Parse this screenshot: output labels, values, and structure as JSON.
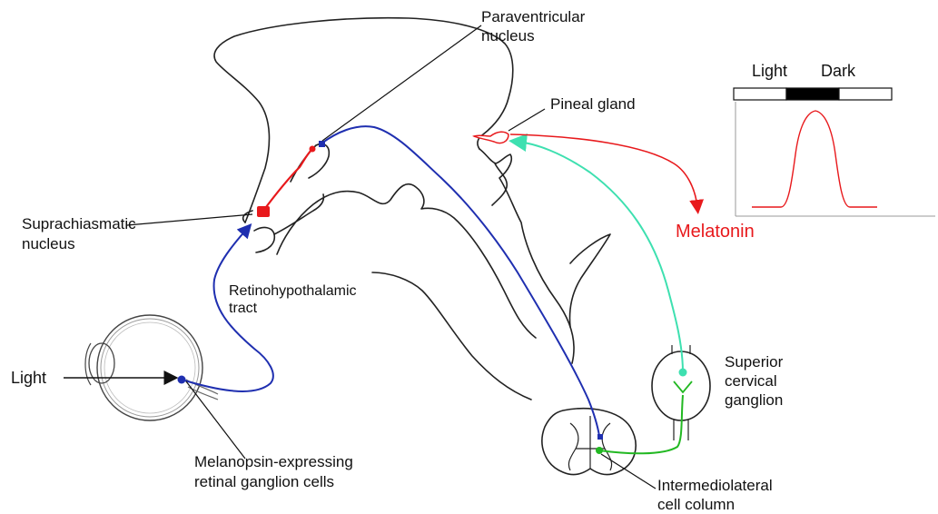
{
  "labels": {
    "paraventricular_1": "Paraventricular",
    "paraventricular_2": "nucleus",
    "pineal": "Pineal gland",
    "light_chart": "Light",
    "dark_chart": "Dark",
    "suprachiasmatic_1": "Suprachiasmatic",
    "suprachiasmatic_2": "nucleus",
    "melatonin": "Melatonin",
    "rht_1": "Retinohypothalamic",
    "rht_2": "tract",
    "light_input": "Light",
    "scg_1": "Superior",
    "scg_2": "cervical",
    "scg_3": "ganglion",
    "melanopsin_1": "Melanopsin-expressing",
    "melanopsin_2": "retinal ganglion cells",
    "iml_1": "Intermediolateral",
    "iml_2": "cell column"
  },
  "colors": {
    "blue_pathway": "#1f2fb0",
    "red_pathway": "#e8191c",
    "cyan_pathway": "#3ee0b0",
    "green_pathway": "#22b822",
    "melatonin_text": "#e8191c",
    "curve": "#e8191c",
    "outline": "#222222"
  },
  "icons": {
    "eye": "eye-icon",
    "spinal_cord": "spinal-cord-section-icon",
    "ganglion": "ganglion-icon"
  }
}
